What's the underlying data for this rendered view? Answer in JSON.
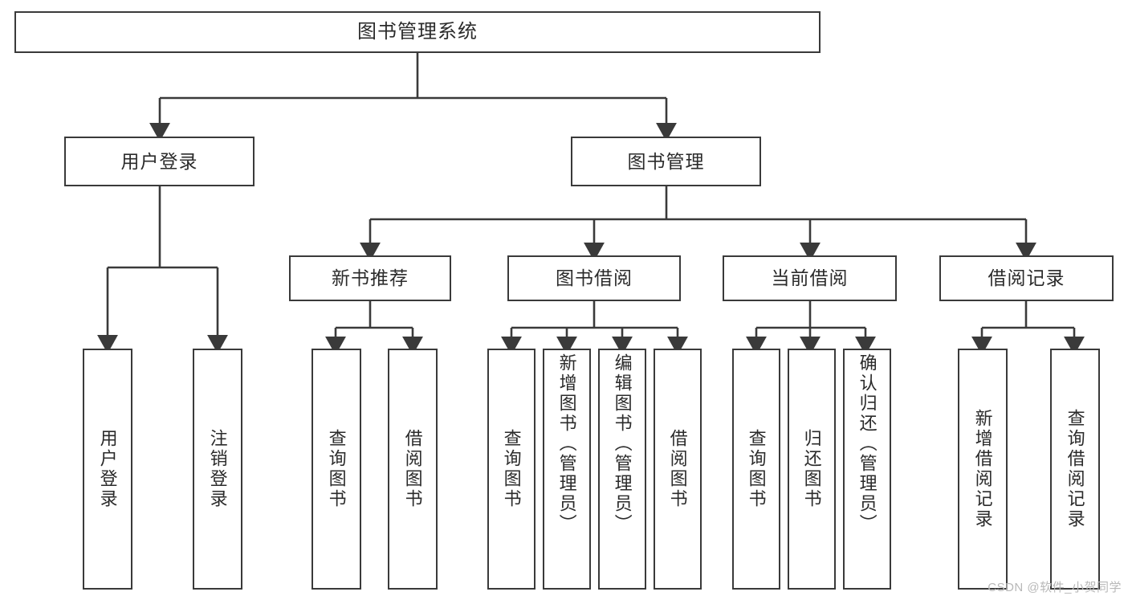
{
  "diagram": {
    "type": "tree",
    "title": "图书管理系统",
    "orientation": "top-down",
    "stroke_color": "#3a3a3a",
    "box_fill": "#ffffff",
    "text_color": "#2b2b2b",
    "root": {
      "label": "图书管理系统"
    },
    "level1": [
      {
        "label": "用户登录"
      },
      {
        "label": "图书管理"
      }
    ],
    "level2": [
      {
        "label": "新书推荐"
      },
      {
        "label": "图书借阅"
      },
      {
        "label": "当前借阅"
      },
      {
        "label": "借阅记录"
      }
    ],
    "leaves": {
      "user_login": [
        {
          "label": "用户登录"
        },
        {
          "label": "注销登录"
        }
      ],
      "new_book": [
        {
          "label": "查询图书"
        },
        {
          "label": "借阅图书"
        }
      ],
      "book_borrow": [
        {
          "label": "查询图书"
        },
        {
          "label": "新增图书（管理员）"
        },
        {
          "label": "编辑图书（管理员）"
        },
        {
          "label": "借阅图书"
        }
      ],
      "current_borrow": [
        {
          "label": "查询图书"
        },
        {
          "label": "归还图书"
        },
        {
          "label": "确认归还（管理员）"
        }
      ],
      "borrow_record": [
        {
          "label": "新增借阅记录"
        },
        {
          "label": "查询借阅记录"
        }
      ]
    }
  },
  "watermark": {
    "text": "CSDN @软件_小贺同学"
  }
}
